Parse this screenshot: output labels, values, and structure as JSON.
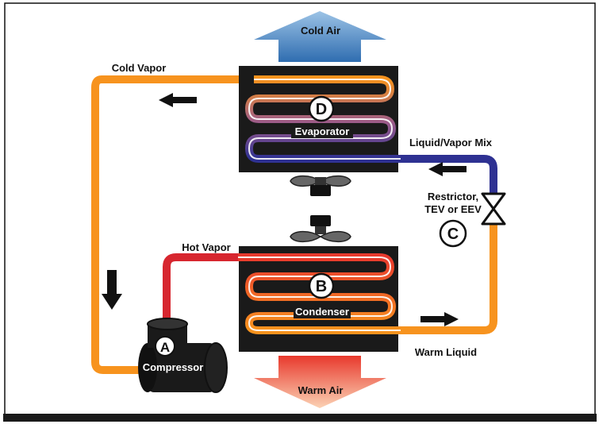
{
  "labels": {
    "cold_air": "Cold Air",
    "cold_vapor": "Cold Vapor",
    "liquid_vapor_mix": "Liquid/Vapor Mix",
    "restrictor_line1": "Restrictor,",
    "restrictor_line2": "TEV or EEV",
    "hot_vapor": "Hot Vapor",
    "warm_liquid": "Warm Liquid",
    "warm_air": "Warm Air"
  },
  "components": {
    "a_letter": "A",
    "a_name": "Compressor",
    "b_letter": "B",
    "b_name": "Condenser",
    "c_letter": "C",
    "d_letter": "D",
    "d_name": "Evaporator"
  },
  "colors": {
    "cold_vapor_pipe": "#f7931e",
    "warm_liquid_pipe": "#f7931e",
    "hot_vapor_pipe": "#d7262f",
    "liquid_vapor_pipe": "#2e3192",
    "coil_box": "#1a1a1a",
    "cold_air_arrow": "#4a86c5",
    "warm_air_arrow": "#f26b3a"
  }
}
